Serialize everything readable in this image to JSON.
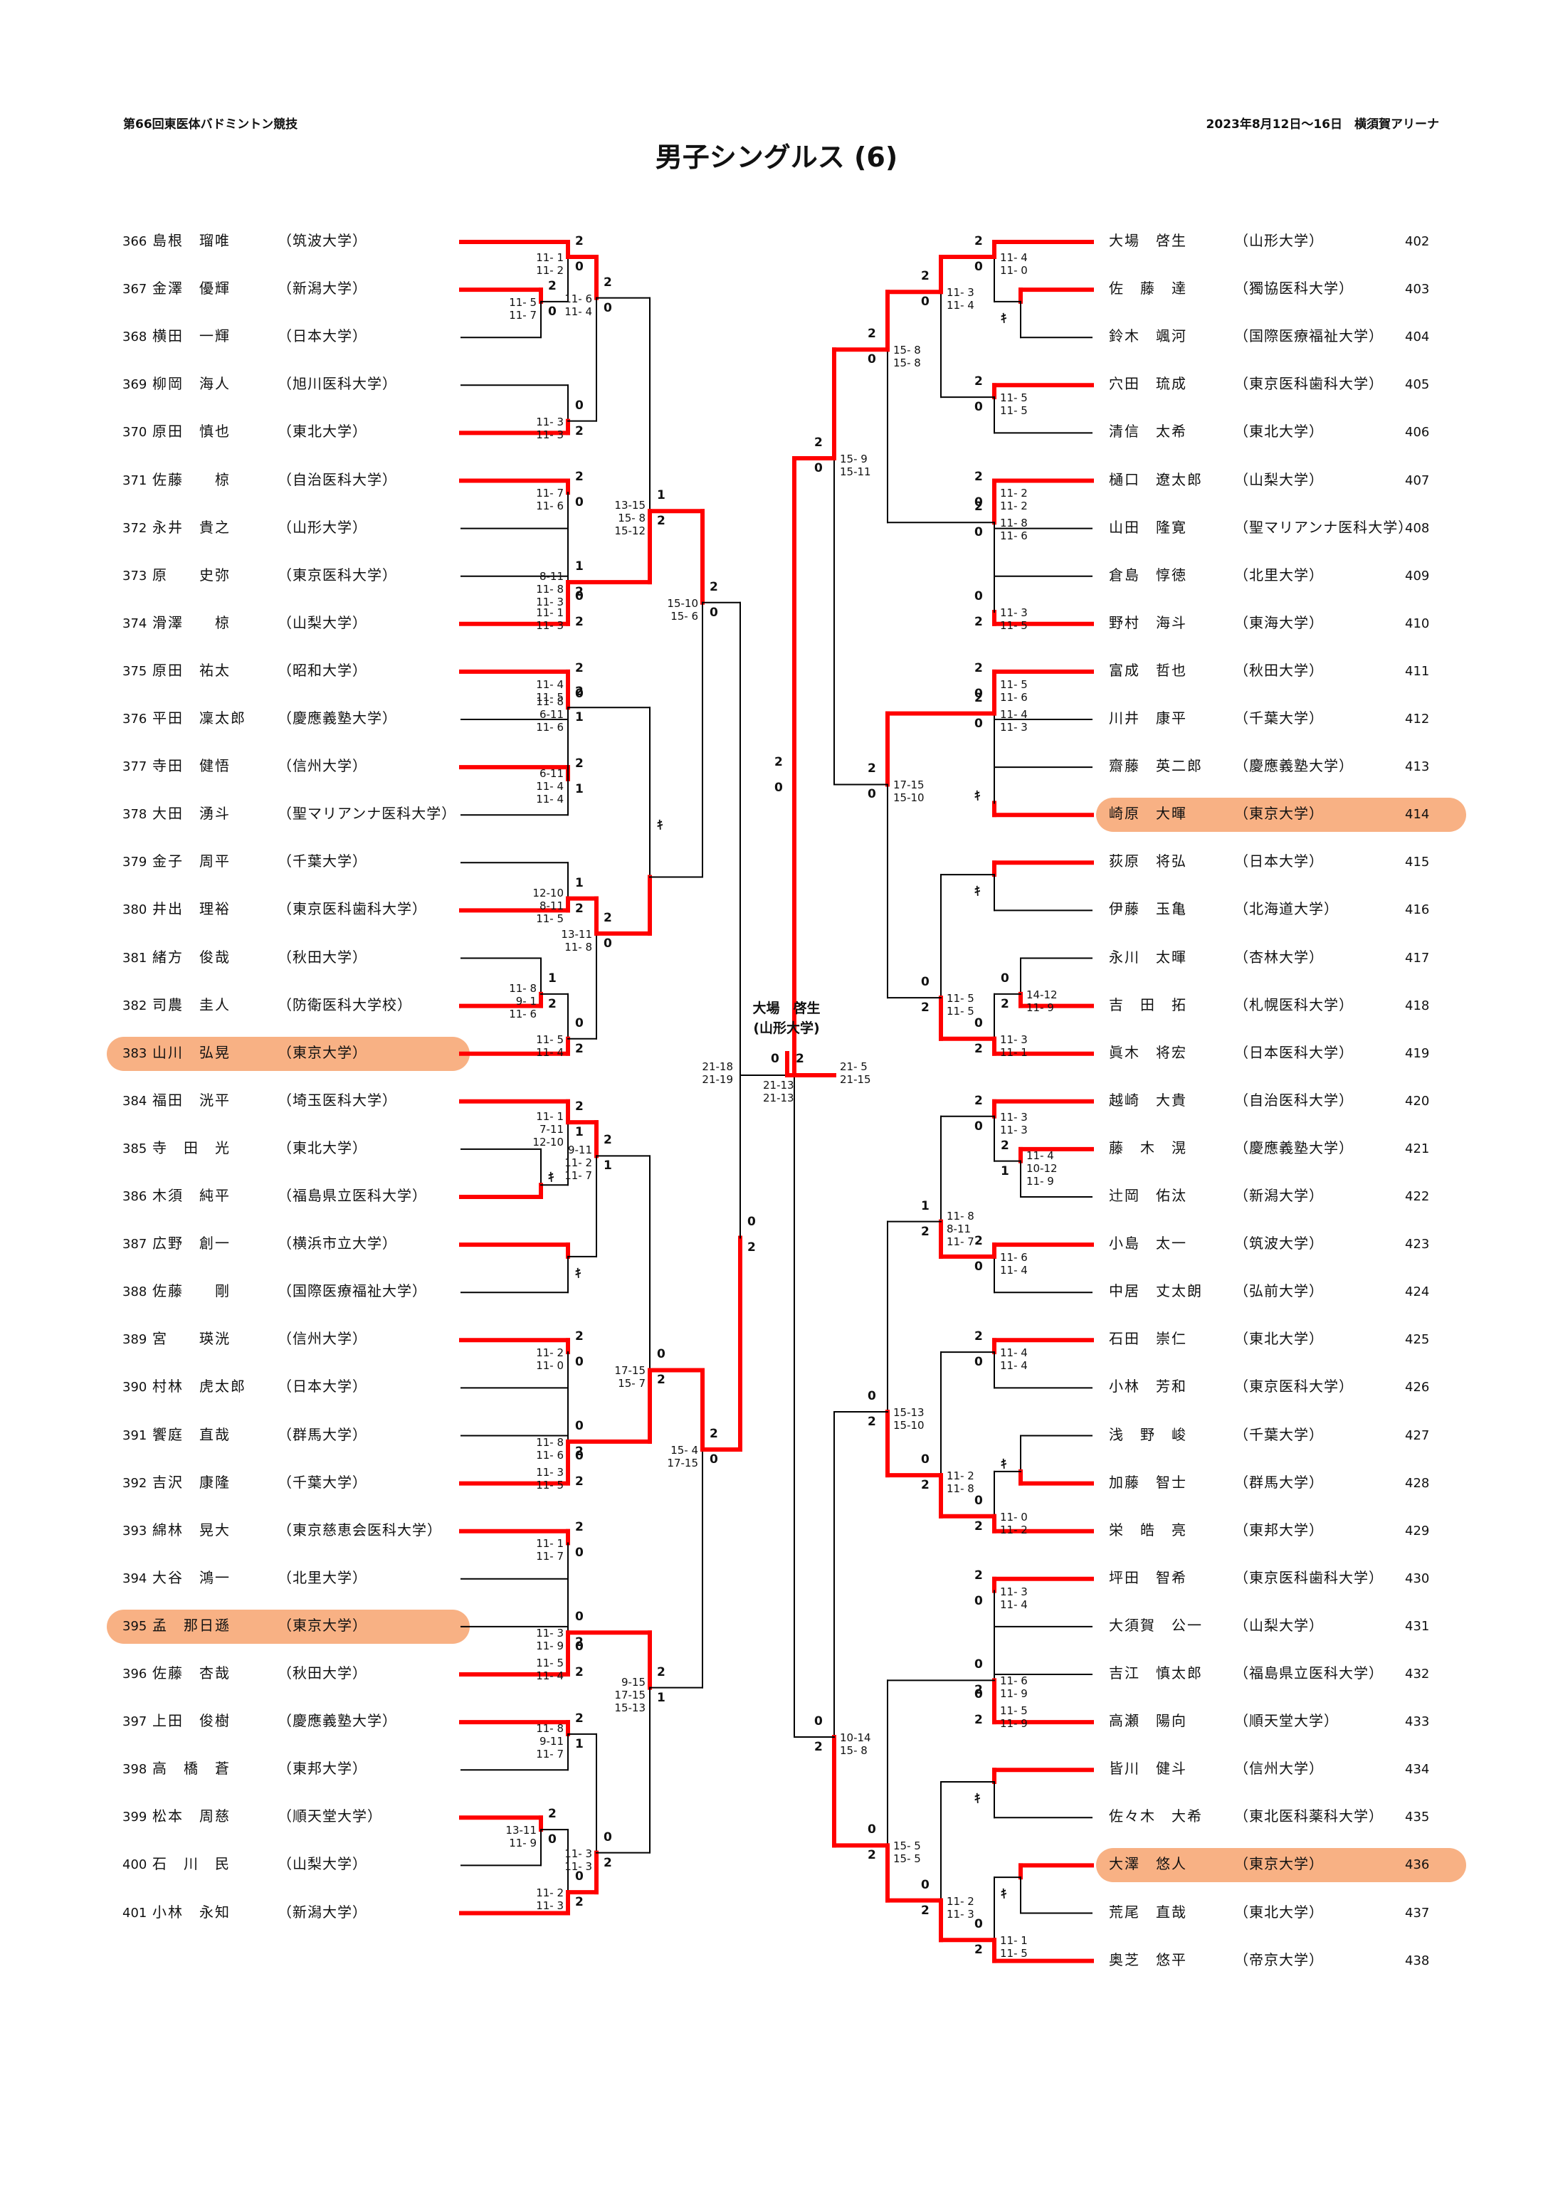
{
  "header": {
    "event": "第66回東医体バドミントン競技",
    "date_venue": "2023年8月12日～16日　横須賀アリーナ",
    "title": "男子シングルス (6)"
  },
  "colors": {
    "winner_line": "#ff0000",
    "loser_line": "#000000",
    "highlight": "#f8b184"
  },
  "champion": {
    "name": "大場　啓生",
    "university": "(山形大学)"
  },
  "left_players": [
    {
      "no": "366",
      "name": "島根　瑠唯",
      "univ": "筑波大学",
      "hl": false
    },
    {
      "no": "367",
      "name": "金澤　優輝",
      "univ": "新潟大学",
      "hl": false
    },
    {
      "no": "368",
      "name": "横田　一輝",
      "univ": "日本大学",
      "hl": false
    },
    {
      "no": "369",
      "name": "柳岡　海人",
      "univ": "旭川医科大学",
      "hl": false
    },
    {
      "no": "370",
      "name": "原田　慎也",
      "univ": "東北大学",
      "hl": false
    },
    {
      "no": "371",
      "name": "佐藤　　椋",
      "univ": "自治医科大学",
      "hl": false
    },
    {
      "no": "372",
      "name": "永井　貴之",
      "univ": "山形大学",
      "hl": false
    },
    {
      "no": "373",
      "name": "原　　史弥",
      "univ": "東京医科大学",
      "hl": false
    },
    {
      "no": "374",
      "name": "滑澤　　椋",
      "univ": "山梨大学",
      "hl": false
    },
    {
      "no": "375",
      "name": "原田　祐太",
      "univ": "昭和大学",
      "hl": false
    },
    {
      "no": "376",
      "name": "平田　凜太郎",
      "univ": "慶應義塾大学",
      "hl": false
    },
    {
      "no": "377",
      "name": "寺田　健悟",
      "univ": "信州大学",
      "hl": false
    },
    {
      "no": "378",
      "name": "大田　湧斗",
      "univ": "聖マリアンナ医科大学",
      "hl": false
    },
    {
      "no": "379",
      "name": "金子　周平",
      "univ": "千葉大学",
      "hl": false
    },
    {
      "no": "380",
      "name": "井出　理裕",
      "univ": "東京医科歯科大学",
      "hl": false
    },
    {
      "no": "381",
      "name": "緒方　俊哉",
      "univ": "秋田大学",
      "hl": false
    },
    {
      "no": "382",
      "name": "司農　圭人",
      "univ": "防衛医科大学校",
      "hl": false
    },
    {
      "no": "383",
      "name": "山川　弘晃",
      "univ": "東京大学",
      "hl": true
    },
    {
      "no": "384",
      "name": "福田　洸平",
      "univ": "埼玉医科大学",
      "hl": false
    },
    {
      "no": "385",
      "name": "寺　田　光",
      "univ": "東北大学",
      "hl": false
    },
    {
      "no": "386",
      "name": "木須　純平",
      "univ": "福島県立医科大学",
      "hl": false
    },
    {
      "no": "387",
      "name": "広野　創一",
      "univ": "横浜市立大学",
      "hl": false
    },
    {
      "no": "388",
      "name": "佐藤　　剛",
      "univ": "国際医療福祉大学",
      "hl": false
    },
    {
      "no": "389",
      "name": "宮　　瑛洸",
      "univ": "信州大学",
      "hl": false
    },
    {
      "no": "390",
      "name": "村林　虎太郎",
      "univ": "日本大学",
      "hl": false
    },
    {
      "no": "391",
      "name": "饗庭　直哉",
      "univ": "群馬大学",
      "hl": false
    },
    {
      "no": "392",
      "name": "吉沢　康隆",
      "univ": "千葉大学",
      "hl": false
    },
    {
      "no": "393",
      "name": "綿林　晃大",
      "univ": "東京慈恵会医科大学",
      "hl": false
    },
    {
      "no": "394",
      "name": "大谷　鴻一",
      "univ": "北里大学",
      "hl": false
    },
    {
      "no": "395",
      "name": "孟　那日遜",
      "univ": "東京大学",
      "hl": true
    },
    {
      "no": "396",
      "name": "佐藤　杏哉",
      "univ": "秋田大学",
      "hl": false
    },
    {
      "no": "397",
      "name": "上田　俊樹",
      "univ": "慶應義塾大学",
      "hl": false
    },
    {
      "no": "398",
      "name": "高　橋　蒼",
      "univ": "東邦大学",
      "hl": false
    },
    {
      "no": "399",
      "name": "松本　周慈",
      "univ": "順天堂大学",
      "hl": false
    },
    {
      "no": "400",
      "name": "石　川　民",
      "univ": "山梨大学",
      "hl": false
    },
    {
      "no": "401",
      "name": "小林　永知",
      "univ": "新潟大学",
      "hl": false
    }
  ],
  "right_players": [
    {
      "no": "402",
      "name": "大場　啓生",
      "univ": "山形大学",
      "hl": false
    },
    {
      "no": "403",
      "name": "佐　藤　達",
      "univ": "獨協医科大学",
      "hl": false
    },
    {
      "no": "404",
      "name": "鈴木　颯河",
      "univ": "国際医療福祉大学",
      "hl": false
    },
    {
      "no": "405",
      "name": "穴田　琉成",
      "univ": "東京医科歯科大学",
      "hl": false
    },
    {
      "no": "406",
      "name": "清信　太希",
      "univ": "東北大学",
      "hl": false
    },
    {
      "no": "407",
      "name": "樋口　遼太郎",
      "univ": "山梨大学",
      "hl": false
    },
    {
      "no": "408",
      "name": "山田　隆寛",
      "univ": "聖マリアンナ医科大学",
      "hl": false
    },
    {
      "no": "409",
      "name": "倉島　惇徳",
      "univ": "北里大学",
      "hl": false
    },
    {
      "no": "410",
      "name": "野村　海斗",
      "univ": "東海大学",
      "hl": false
    },
    {
      "no": "411",
      "name": "富成　哲也",
      "univ": "秋田大学",
      "hl": false
    },
    {
      "no": "412",
      "name": "川井　康平",
      "univ": "千葉大学",
      "hl": false
    },
    {
      "no": "413",
      "name": "齋藤　英二郎",
      "univ": "慶應義塾大学",
      "hl": false
    },
    {
      "no": "414",
      "name": "崎原　大暉",
      "univ": "東京大学",
      "hl": true
    },
    {
      "no": "415",
      "name": "荻原　将弘",
      "univ": "日本大学",
      "hl": false
    },
    {
      "no": "416",
      "name": "伊藤　玉亀",
      "univ": "北海道大学",
      "hl": false
    },
    {
      "no": "417",
      "name": "永川　太暉",
      "univ": "杏林大学",
      "hl": false
    },
    {
      "no": "418",
      "name": "吉　田　拓",
      "univ": "札幌医科大学",
      "hl": false
    },
    {
      "no": "419",
      "name": "眞木　将宏",
      "univ": "日本医科大学",
      "hl": false
    },
    {
      "no": "420",
      "name": "越崎　大貴",
      "univ": "自治医科大学",
      "hl": false
    },
    {
      "no": "421",
      "name": "藤　木　滉",
      "univ": "慶應義塾大学",
      "hl": false
    },
    {
      "no": "422",
      "name": "辻岡　佑汰",
      "univ": "新潟大学",
      "hl": false
    },
    {
      "no": "423",
      "name": "小島　太一",
      "univ": "筑波大学",
      "hl": false
    },
    {
      "no": "424",
      "name": "中居　丈太朗",
      "univ": "弘前大学",
      "hl": false
    },
    {
      "no": "425",
      "name": "石田　崇仁",
      "univ": "東北大学",
      "hl": false
    },
    {
      "no": "426",
      "name": "小林　芳和",
      "univ": "東京医科大学",
      "hl": false
    },
    {
      "no": "427",
      "name": "浅　野　峻",
      "univ": "千葉大学",
      "hl": false
    },
    {
      "no": "428",
      "name": "加藤　智士",
      "univ": "群馬大学",
      "hl": false
    },
    {
      "no": "429",
      "name": "栄　皓　亮",
      "univ": "東邦大学",
      "hl": false
    },
    {
      "no": "430",
      "name": "坪田　智希",
      "univ": "東京医科歯科大学",
      "hl": false
    },
    {
      "no": "431",
      "name": "大須賀　公一",
      "univ": "山梨大学",
      "hl": false
    },
    {
      "no": "432",
      "name": "吉江　慎太郎",
      "univ": "福島県立医科大学",
      "hl": false
    },
    {
      "no": "433",
      "name": "高瀬　陽向",
      "univ": "順天堂大学",
      "hl": false
    },
    {
      "no": "434",
      "name": "皆川　健斗",
      "univ": "信州大学",
      "hl": false
    },
    {
      "no": "435",
      "name": "佐々木　大希",
      "univ": "東北医科薬科大学",
      "hl": false
    },
    {
      "no": "436",
      "name": "大澤　悠人",
      "univ": "東京大学",
      "hl": true
    },
    {
      "no": "437",
      "name": "荒尾　直哉",
      "univ": "東北大学",
      "hl": false
    },
    {
      "no": "438",
      "name": "奥芝　悠平",
      "univ": "帝京大学",
      "hl": false
    }
  ],
  "final": {
    "left_games": 0,
    "right_games": 2,
    "scores": [
      "21-13",
      "21-13"
    ]
  },
  "semi_scores": {
    "left": [
      "21-18",
      "21-19"
    ],
    "right": [
      "21- 5",
      "21-15"
    ]
  },
  "walkover_mark": "ｷ"
}
